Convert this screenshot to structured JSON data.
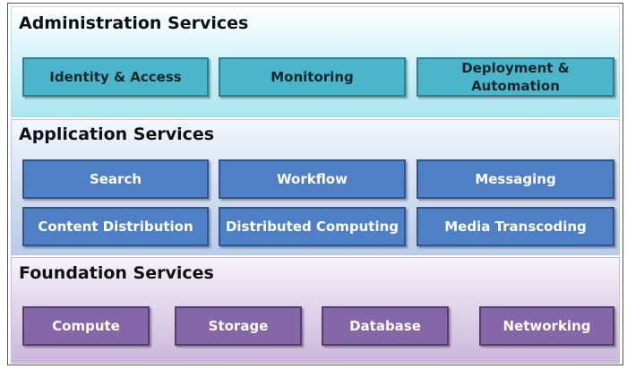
{
  "layers": {
    "admin": {
      "title": "Administration Services",
      "items": [
        "Identity & Access",
        "Monitoring",
        "Deployment &\nAutomation"
      ]
    },
    "application": {
      "title": "Application Services",
      "items": [
        "Search",
        "Workflow",
        "Messaging",
        "Content Distribution",
        "Distributed Computing",
        "Media Transcoding"
      ]
    },
    "foundation": {
      "title": "Foundation Services",
      "items": [
        "Compute",
        "Storage",
        "Database",
        "Networking"
      ]
    }
  },
  "colors": {
    "admin_box": "#4bb5c9",
    "application_box": "#4f7fc4",
    "foundation_box": "#8566a8"
  }
}
